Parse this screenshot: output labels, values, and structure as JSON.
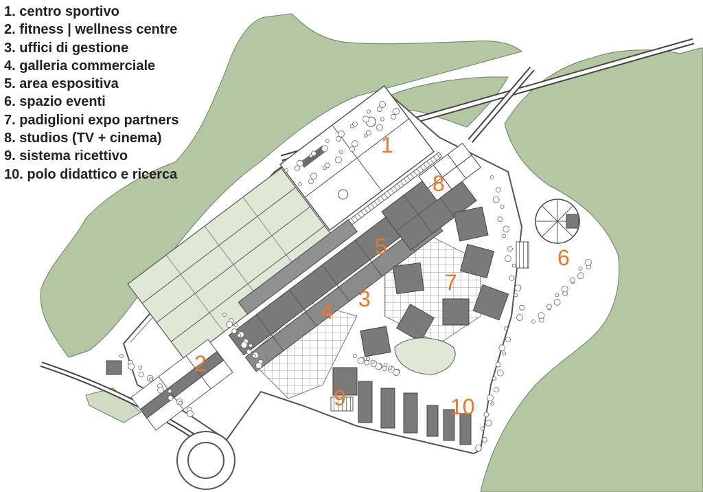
{
  "colors": {
    "green_area": "#b3c7a4",
    "light_green": "#dfe8d4",
    "building": "#7a7a7a",
    "building_dark": "#555555",
    "label": "#e8782c",
    "legend_text": "#222222",
    "outline": "#555555"
  },
  "legend": [
    "1. centro sportivo",
    "2. fitness | wellness centre",
    "3. uffici di gestione",
    "4. galleria commerciale",
    "5. area espositiva",
    "6. spazio eventi",
    "7. padiglioni expo partners",
    "8. studios (TV + cinema)",
    "9. sistema ricettivo",
    "10. polo didattico e ricerca"
  ],
  "labels": [
    "1",
    "2",
    "3",
    "4",
    "5",
    "6",
    "7",
    "8",
    "9",
    "10"
  ]
}
